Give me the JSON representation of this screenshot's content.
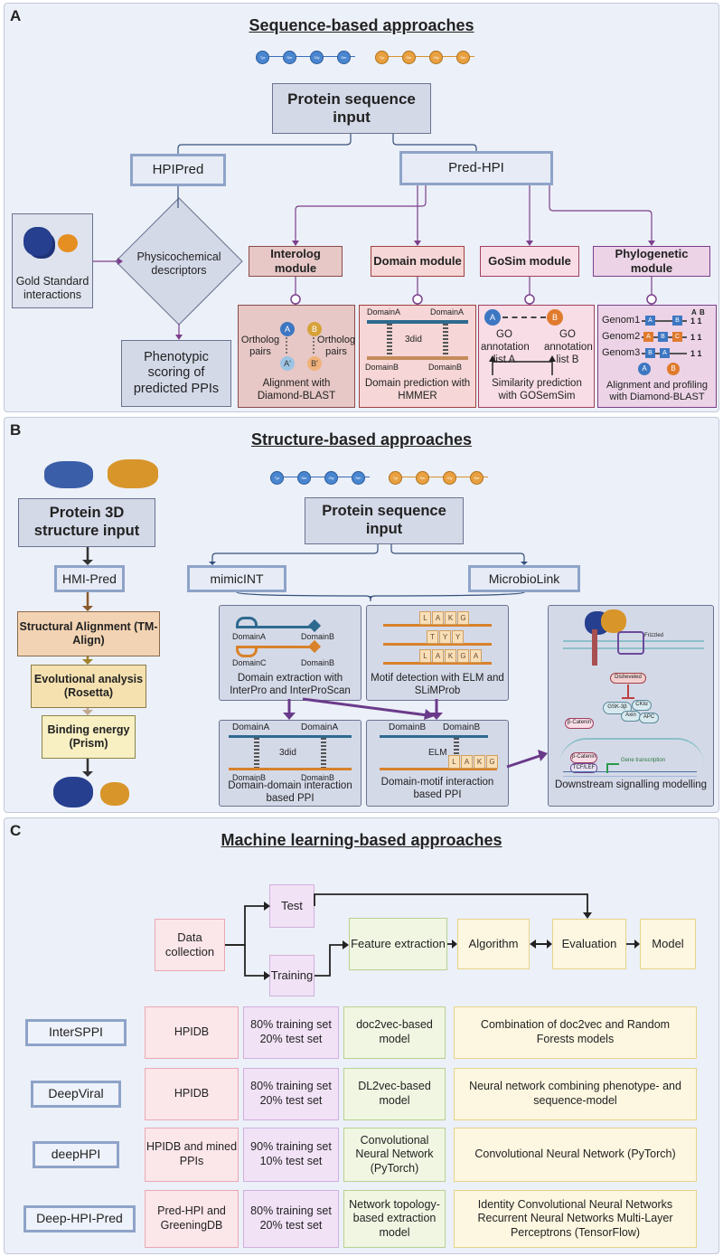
{
  "panelA": {
    "label": "A",
    "title": "Sequence-based approaches",
    "residues": [
      "Tyr",
      "Ser",
      "Gly",
      "Ser"
    ],
    "input": "Protein sequence input",
    "hpipred": "HPIPred",
    "predhpi": "Pred-HPI",
    "gold": "Gold Standard interactions",
    "physico": "Physicochemical descriptors",
    "phenotypic": "Phenotypic scoring of predicted PPIs",
    "modules": [
      {
        "name": "Interolog module",
        "caption": "Alignment with Diamond-BLAST"
      },
      {
        "name": "Domain module",
        "caption": "Domain prediction with HMMER"
      },
      {
        "name": "GoSim module",
        "caption": "Similarity prediction with GOSemSim"
      },
      {
        "name": "Phylogenetic module",
        "caption": "Alignment and profiling with Diamond-BLAST"
      }
    ],
    "interolog": {
      "left": "Ortholog pairs",
      "right": "Ortholog pairs",
      "a": "A",
      "b": "B",
      "a2": "A'",
      "b2": "B'"
    },
    "domain": {
      "tl": "DomainA",
      "tr": "DomainA",
      "bl": "DomainB",
      "br": "DomainB",
      "mid": "3did"
    },
    "gosim": {
      "a": "A",
      "b": "B",
      "left": "GO annotation list A",
      "right": "GO annotation list B"
    },
    "phylo": {
      "header_a": "A",
      "header_b": "B",
      "genomes": [
        "Genom1",
        "Genom2",
        "Genom3"
      ],
      "scores": [
        "1 1",
        "1 1",
        "1 1"
      ],
      "a": "A",
      "b": "B",
      "c": "C"
    }
  },
  "panelB": {
    "label": "B",
    "title": "Structure-based approaches",
    "input3d": "Protein 3D structure input",
    "hmipred": "HMI-Pred",
    "steps": [
      "Structural Alignment (TM-Align)",
      "Evolutional analysis (Rosetta)",
      "Binding energy (Prism)"
    ],
    "seqinput": "Protein sequence input",
    "mimicint": "mimicINT",
    "microbiolink": "MicrobioLink",
    "domain_ext": {
      "caption": "Domain extraction with InterPro and InterProScan",
      "a": "DomainA",
      "b": "DomainB",
      "c": "DomainC",
      "b2": "DomainB"
    },
    "motif": {
      "caption": "Motif detection with ELM and SLiMProb",
      "rows": [
        [
          "L",
          "A",
          "K",
          "G"
        ],
        [
          "T",
          "Y",
          "Y"
        ],
        [
          "L",
          "A",
          "K",
          "G",
          "A"
        ]
      ]
    },
    "ddi": {
      "caption": "Domain-domain interaction based PPI",
      "tl": "DomainA",
      "tr": "DomainA",
      "bl": "DomainB",
      "br": "DomainB",
      "mid": "3did"
    },
    "dmi": {
      "caption": "Domain-motif interaction based PPI",
      "l": "DomainB",
      "r": "DomainB",
      "elm": "ELM",
      "motif": [
        "L",
        "A",
        "K",
        "G"
      ]
    },
    "downstream": {
      "caption": "Downstream signalling modelling",
      "frizzled": "Frizzled",
      "dishevelled": "Disheveled",
      "gsk": "GSK-3β",
      "ck": "CKIα",
      "axin": "Axin",
      "apc": "APC",
      "bcat": "β-Catenin",
      "bcat2": "β-Catenin",
      "tcf": "TCF/LEF",
      "gene": "Gene transcription"
    }
  },
  "panelC": {
    "label": "C",
    "title": "Machine learning-based approaches",
    "flow": {
      "data": "Data collection",
      "test": "Test",
      "training": "Training",
      "feature": "Feature extraction",
      "algorithm": "Algorithm",
      "evaluation": "Evaluation",
      "model": "Model"
    },
    "rows": [
      {
        "tool": "InterSPPI",
        "data": "HPIDB",
        "split": "80% training set 20% test set",
        "feature": "doc2vec-based model",
        "model": "Combination of doc2vec and Random Forests models"
      },
      {
        "tool": "DeepViral",
        "data": "HPIDB",
        "split": "80% training set 20% test set",
        "feature": "DL2vec-based model",
        "model": "Neural network combining phenotype- and sequence-model"
      },
      {
        "tool": "deepHPI",
        "data": "HPIDB and mined PPIs",
        "split": "90% training set 10% test set",
        "feature": "Convolutional Neural Network (PyTorch)",
        "model": "Convolutional Neural Network (PyTorch)"
      },
      {
        "tool": "Deep-HPI-Pred",
        "data": "Pred-HPI and GreeningDB",
        "split": "80% training set 20% test set",
        "feature": "Network topology-based extraction model",
        "model": "Identity Convolutional Neural Networks Recurrent Neural Networks Multi-Layer Perceptrons (TensorFlow)"
      }
    ]
  },
  "colors": {
    "panel": "#ecf0f8",
    "purple": "#7b3f8c",
    "blue_border": "#8ea3c8",
    "interolog": "#e7c8c6",
    "domain": "#f6d6d6",
    "gosim": "#f8dde6",
    "phylo": "#ecd3e6",
    "step1": "#f2d3b3",
    "step2": "#f5e1b0",
    "step3": "#f8efc3"
  }
}
